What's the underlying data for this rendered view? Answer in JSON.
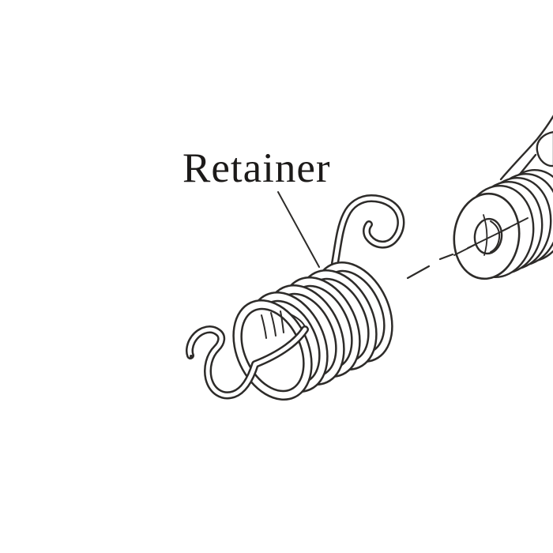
{
  "diagram": {
    "label": "Retainer",
    "background_color": "#ffffff",
    "line_color": "#2d2b29",
    "text_color": "#1c1a19",
    "parts": [
      {
        "name": "retainer-spring"
      },
      {
        "name": "ribbed-adjuster-cylinder"
      }
    ],
    "callout": {
      "label": "Retainer",
      "target": "retainer-spring"
    }
  }
}
